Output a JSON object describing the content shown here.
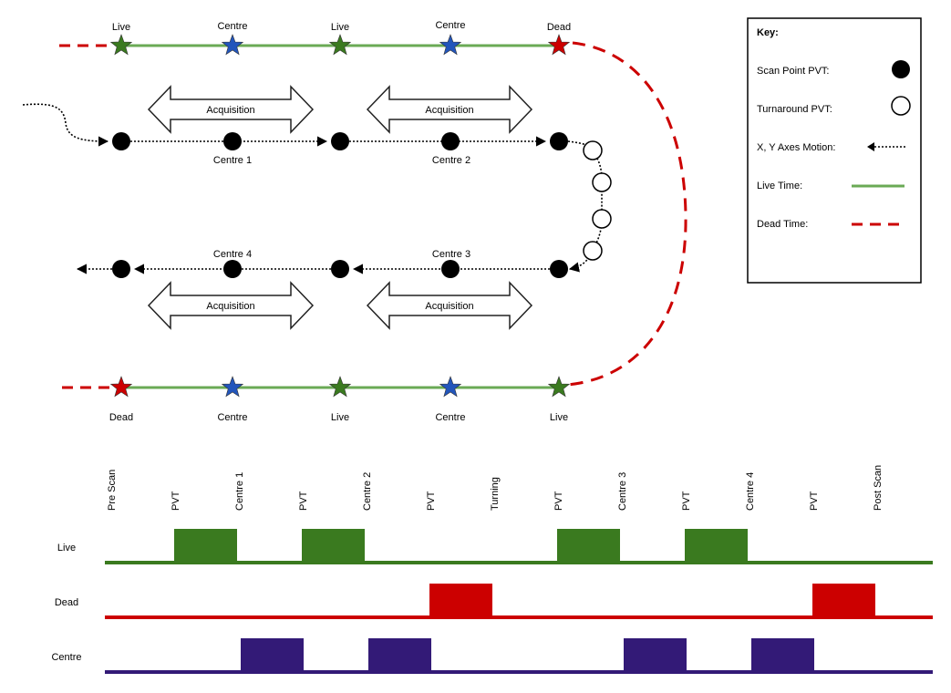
{
  "colors": {
    "live": "#3a7a1f",
    "live_line": "#6aaa55",
    "dead": "#cc0000",
    "centre": "#2255bb",
    "centre_bar": "#331a77",
    "black": "#000000"
  },
  "top_line": {
    "labels": [
      "Live",
      "Centre",
      "Live",
      "Centre",
      "Dead"
    ],
    "star_kinds": [
      "live",
      "centre",
      "live",
      "centre",
      "dead"
    ]
  },
  "bottom_line": {
    "labels": [
      "Dead",
      "Centre",
      "Live",
      "Centre",
      "Live"
    ],
    "star_kinds": [
      "dead",
      "centre",
      "live",
      "centre",
      "live"
    ]
  },
  "scan_rows": {
    "row1_centres": [
      "Centre 1",
      "Centre 2"
    ],
    "row2_centres": [
      "Centre 4",
      "Centre 3"
    ],
    "acquisition_label": "Acquisition"
  },
  "key": {
    "title": "Key:",
    "items": [
      {
        "label": "Scan Point PVT:",
        "icon": "filled-circle-icon"
      },
      {
        "label": "Turnaround PVT:",
        "icon": "open-circle-icon"
      },
      {
        "label": "X, Y Axes Motion:",
        "icon": "dotted-arrow-icon"
      },
      {
        "label": "Live Time:",
        "icon": "solid-line-icon"
      },
      {
        "label": "Dead Time:",
        "icon": "dashed-line-icon"
      }
    ]
  },
  "timing": {
    "columns": [
      "Pre Scan",
      "PVT",
      "Centre 1",
      "PVT",
      "Centre 2",
      "PVT",
      "Turning",
      "PVT",
      "Centre 3",
      "PVT",
      "Centre 4",
      "PVT",
      "Post Scan"
    ],
    "signals": [
      {
        "name": "Live",
        "color_key": "live",
        "pulses": [
          [
            1,
            2
          ],
          [
            3,
            4
          ],
          [
            7,
            8
          ],
          [
            9,
            10
          ]
        ]
      },
      {
        "name": "Dead",
        "color_key": "dead",
        "pulses": [
          [
            5,
            6
          ],
          [
            11,
            12
          ]
        ]
      },
      {
        "name": "Centre",
        "color_key": "centre_bar",
        "pulses": [
          [
            2,
            3
          ],
          [
            4,
            5
          ],
          [
            8,
            9
          ],
          [
            10,
            11
          ]
        ]
      }
    ]
  }
}
